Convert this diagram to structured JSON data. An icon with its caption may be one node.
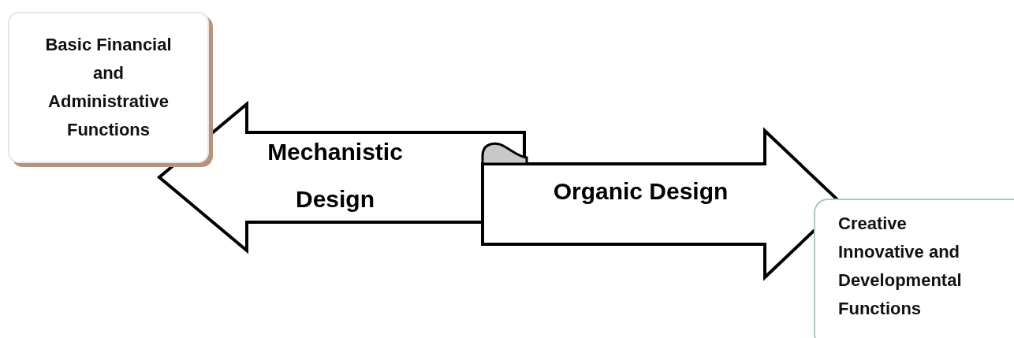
{
  "diagram": {
    "nodes": [
      {
        "text": [
          "Basic Financial and Administrative Functions"
        ]
      },
      {
        "text": [
          "Creative Innovative and Developmental Functions"
        ]
      }
    ],
    "edges": [
      {
        "from": null,
        "to": 0,
        "arrow": "to",
        "label": "Mechanistic Design"
      },
      {
        "from": null,
        "to": 1,
        "arrow": "to",
        "label": "Organic Design"
      }
    ]
  }
}
